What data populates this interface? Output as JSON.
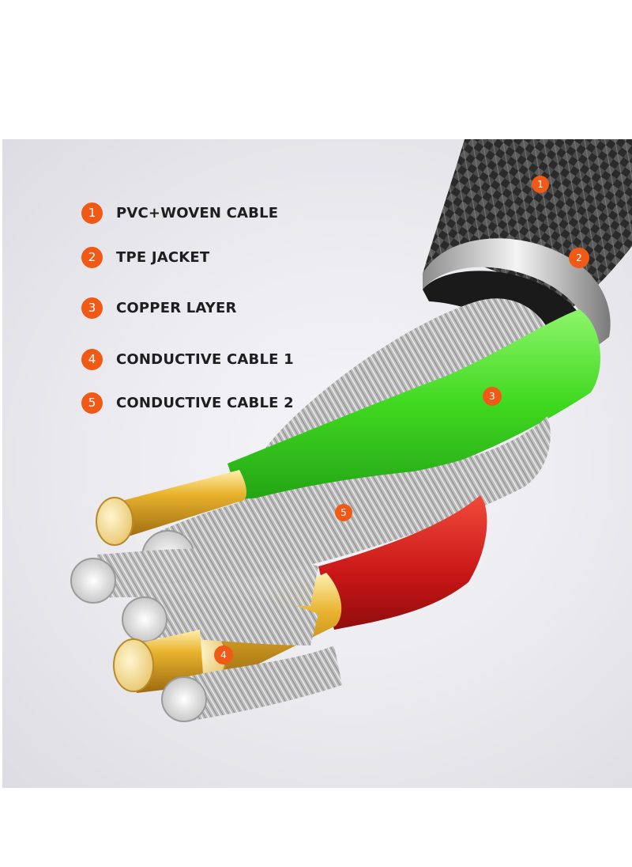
{
  "legend": [
    {
      "number": "1",
      "label": "PVC+WOVEN CABLE"
    },
    {
      "number": "2",
      "label": "TPE JACKET"
    },
    {
      "number": "3",
      "label": "COPPER LAYER"
    },
    {
      "number": "4",
      "label": "CONDUCTIVE CABLE 1"
    },
    {
      "number": "5",
      "label": "CONDUCTIVE CABLE 2"
    }
  ],
  "markers": [
    "1",
    "2",
    "3",
    "4",
    "5"
  ],
  "colors": {
    "badge": "#f05a16",
    "braid": "#2b2b2b",
    "jacket": "#c9c9c9",
    "copper_layer": "#4ee22e",
    "conductor_red": "#d81f1f",
    "gold_tip": "#e0a82a",
    "silver_strand": "#c8c8c8"
  }
}
